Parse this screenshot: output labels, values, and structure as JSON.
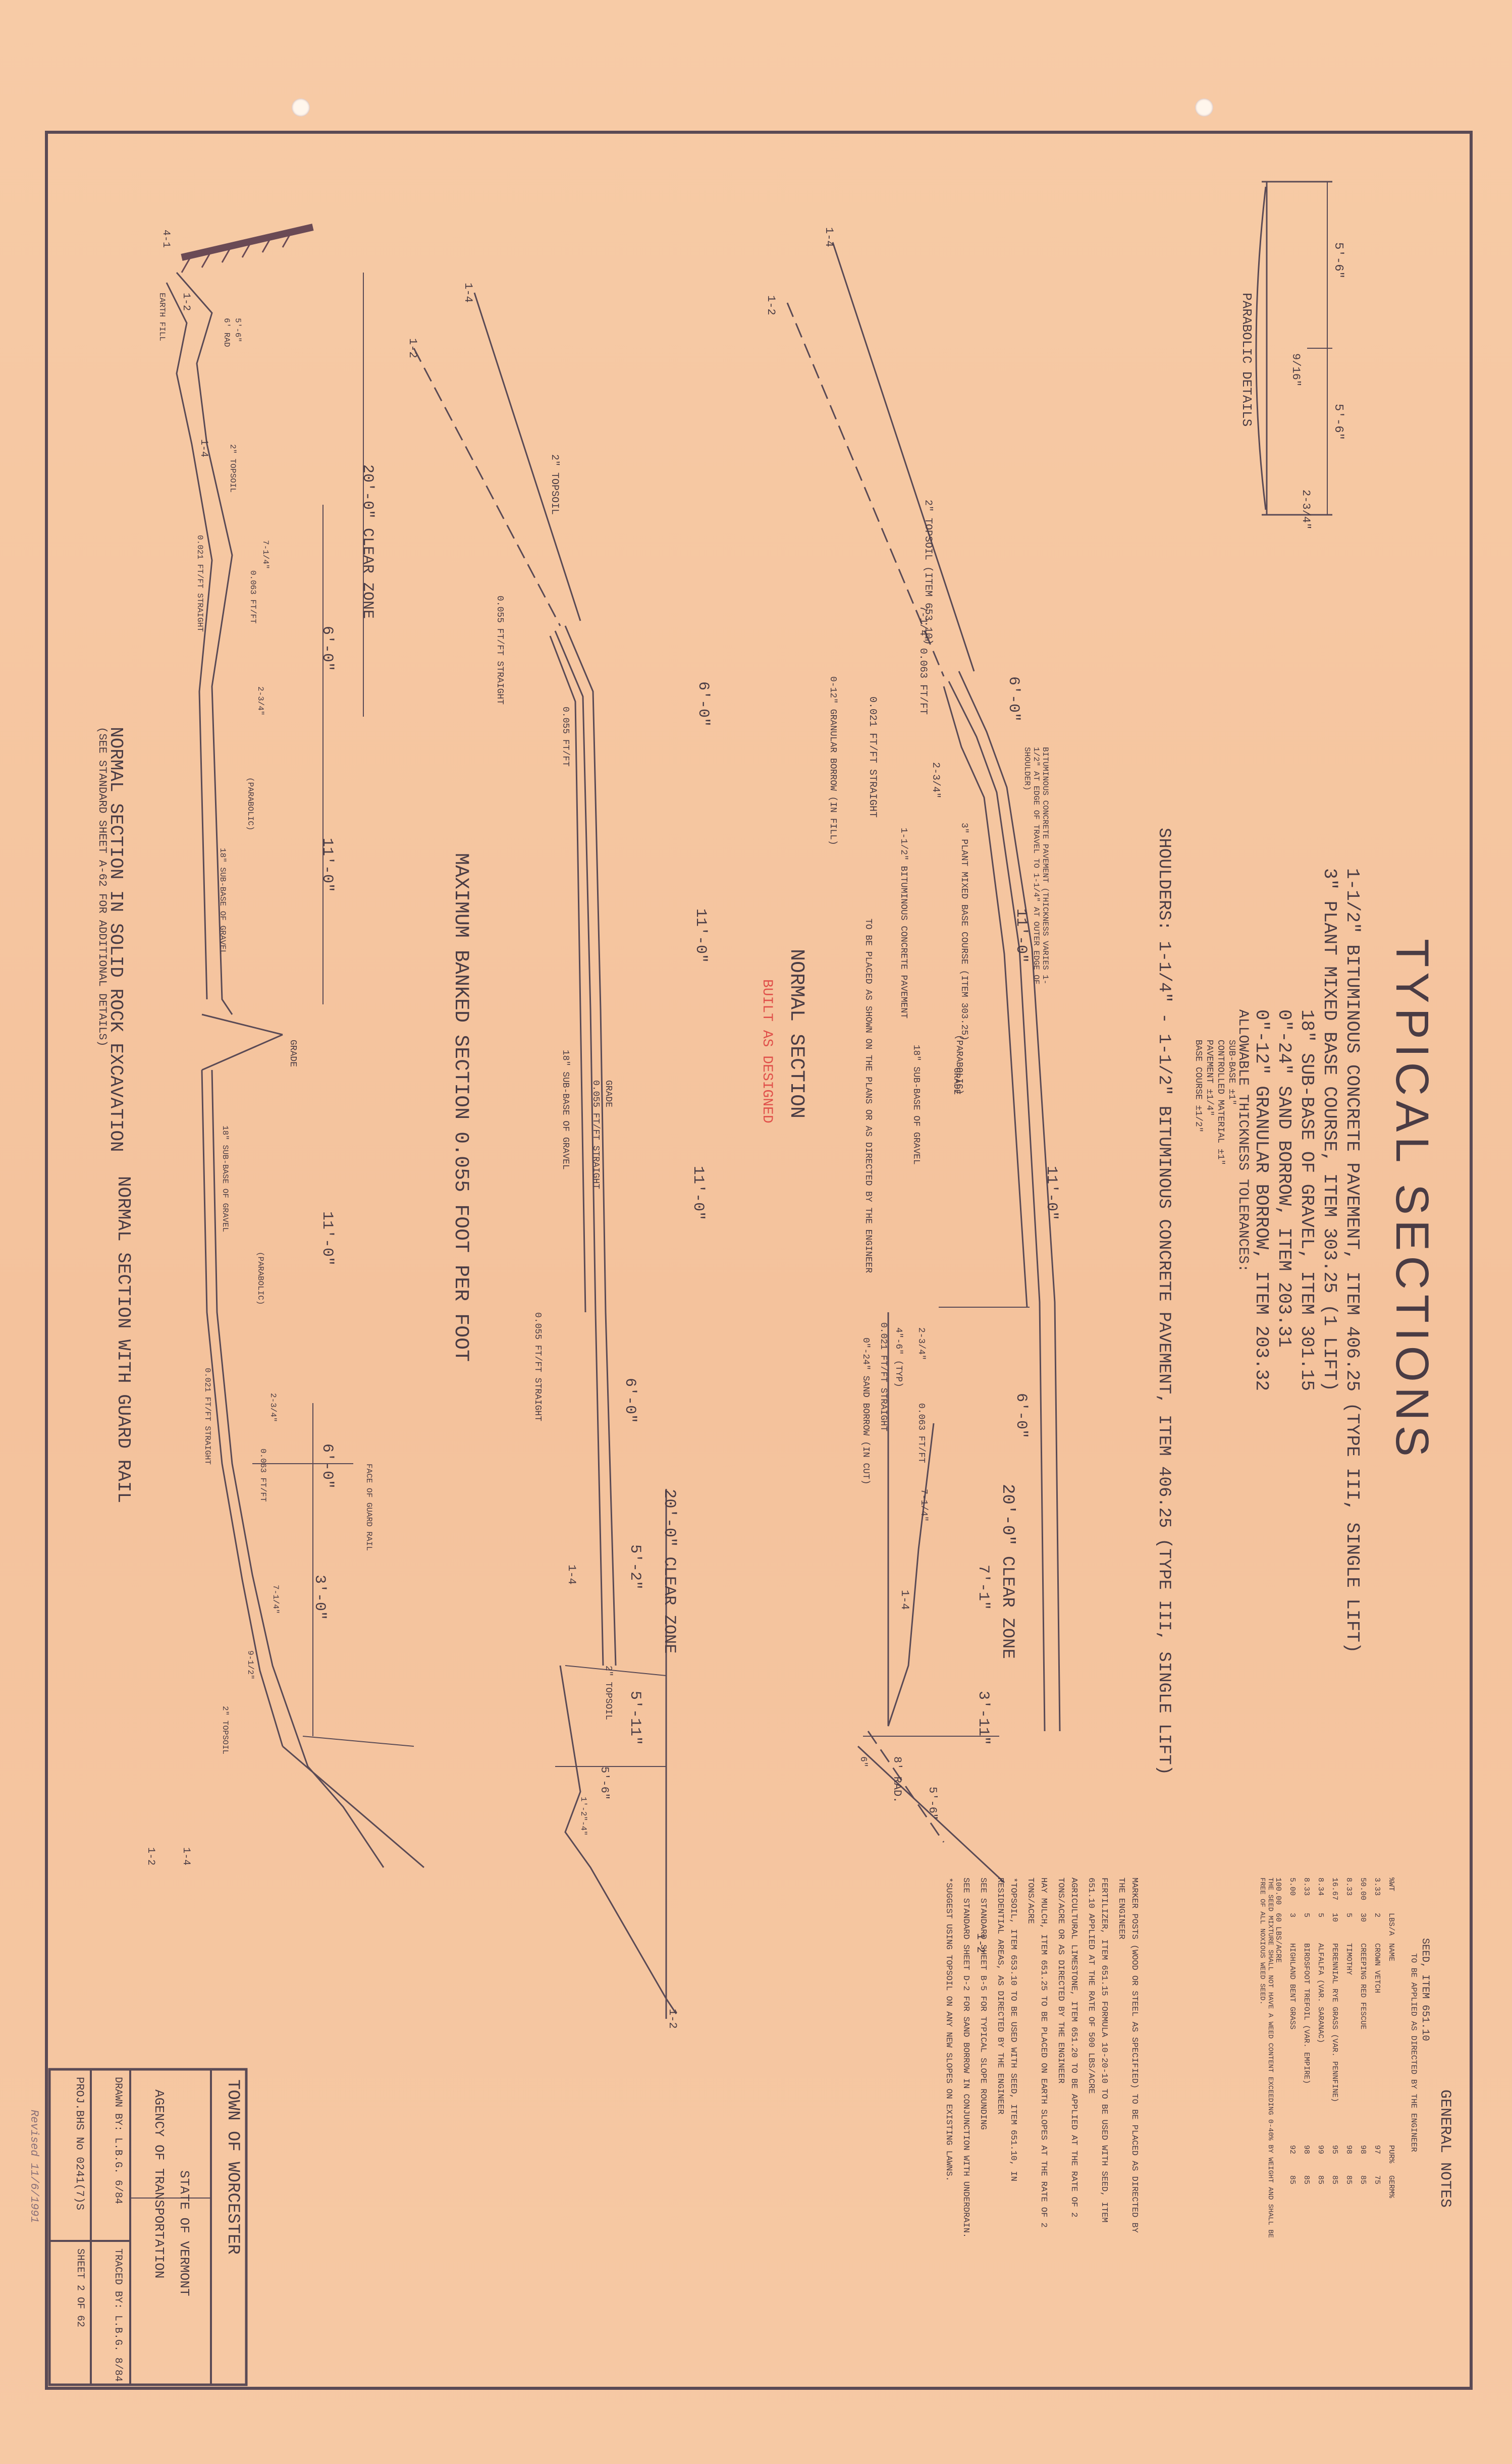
{
  "title": "TYPICAL SECTIONS",
  "pavement_lines": [
    "1-1/2\" BITUMINOUS CONCRETE PAVEMENT, ITEM 406.25 (TYPE III, SINGLE LIFT)",
    "3\" PLANT MIXED BASE COURSE, ITEM 303.25 (1 LIFT)",
    "18\" SUB-BASE OF GRAVEL, ITEM 301.15",
    "0\"-24\" SAND BORROW, ITEM 203.31",
    "0\"-12\" GRANULAR BORROW, ITEM 203.32"
  ],
  "tolerances": {
    "heading": "ALLOWABLE THICKNESS TOLERANCES:",
    "rows": [
      "SUB-BASE              ±1\"",
      "CONTROLLED MATERIAL   ±1\"",
      "PAVEMENT             ±1/4\"",
      "BASE COURSE          ±1/2\""
    ]
  },
  "shoulders": "SHOULDERS: 1-1/4\" - 1-1/2\" BITUMINOUS CONCRETE PAVEMENT, ITEM 406.25 (TYPE III, SINGLE LIFT)",
  "parabolic_details": {
    "label": "PARABOLIC DETAILS",
    "dims": [
      "5'-6\"",
      "5'-6\"",
      "9/16\"",
      "2-3/4\""
    ]
  },
  "sections": {
    "normal": {
      "title": "NORMAL SECTION",
      "built": "BUILT AS DESIGNED",
      "clear_zone": "20'-0\" CLEAR ZONE",
      "widths": [
        "6'-0\"",
        "11'-0\"",
        "11'-0\"",
        "6'-0\"",
        "7'-1\"",
        "3'-11\""
      ],
      "notes": [
        "2\" TOPSOIL (ITEM 653.10)",
        "7-1/4\" 0.063 FT/FT",
        "0.021 FT/FT STRAIGHT",
        "2-3/4\"",
        "3\" PLANT MIXED BASE COURSE (ITEM 303.25)",
        "1-1/2\" BITUMINOUS CONCRETE PAVEMENT",
        "BITUMINOUS CONCRETE PAVEMENT (THICKNESS VARIES 1-1/2\" AT EDGE OF TRAVEL TO 1-1/4\" AT OUTER EDGE OF SHOULDER)",
        "0-12\" GRANULAR BORROW (IN FILL)",
        "TO BE PLACED AS SHOWN ON THE PLANS OR AS DIRECTED BY THE ENGINEER",
        "18\" SUB-BASE OF GRAVEL",
        "(PARABOLIC)",
        "GRADE",
        "0.021 FT/FT STRAIGHT",
        "0\"-24\" SAND BORROW (IN CUT)",
        "4\"-6\" (TYP)",
        "2-3/4\"",
        "0.063 FT/FT",
        "7-1/4\"",
        "8' RAD.",
        "5'-6\"",
        "6\"",
        "1-4",
        "1-2",
        "1-4",
        "1-2"
      ]
    },
    "banked": {
      "title": "MAXIMUM BANKED SECTION 0.055 FOOT PER FOOT",
      "clear_zone": "20'-0\" CLEAR ZONE",
      "widths": [
        "6'-0\"",
        "11'-0\"",
        "11'-0\"",
        "6'-0\"",
        "5'-2\"",
        "5'-11\"",
        "5'-6\""
      ],
      "notes": [
        "2\" TOPSOIL",
        "0.055 FT/FT STRAIGHT",
        "0.055 FT/FT",
        "GRADE",
        "0.055 FT/FT STRAIGHT",
        "18\" SUB-BASE OF GRAVEL",
        "0.055 FT/FT STRAIGHT",
        "1-4",
        "1-2",
        "2\" TOPSOIL",
        "1-4",
        "1-2",
        "1'-2\"-4\""
      ]
    },
    "solid_rock": {
      "title": "NORMAL SECTION IN SOLID ROCK EXCAVATION",
      "subtitle": "(SEE STANDARD SHEET A-62 FOR ADDITIONAL DETAILS)",
      "clear_zone": "20'-0\" CLEAR ZONE",
      "widths": [
        "6'-0\"",
        "11'-0\""
      ],
      "notes": [
        "EARTH FILL",
        "5'-6\"",
        "6' RAD",
        "2\" TOPSOIL",
        "0.021 FT/FT STRAIGHT",
        "7-1/4\"",
        "0.063 FT/FT",
        "2-3/4\"",
        "(PARABOLIC)",
        "18\" SUB-BASE OF GRAVEL",
        "GRADE",
        "1-4",
        "1-2",
        "4-1"
      ]
    },
    "guard_rail": {
      "title": "NORMAL SECTION WITH GUARD RAIL",
      "widths": [
        "11'-0\"",
        "6'-0\"",
        "3'-0\""
      ],
      "notes": [
        "18\" SUB-BASE OF GRAVEL",
        "(PARABOLIC)",
        "0.021 FT/FT STRAIGHT",
        "2-3/4\"",
        "0.063 FT/FT",
        "FACE OF GUARD RAIL",
        "7-1/4\"",
        "9-1/2\"",
        "2\" TOPSOIL",
        "1-4",
        "1-2"
      ]
    }
  },
  "general_notes": {
    "heading": "GENERAL NOTES",
    "seed": [
      "SEED, ITEM 651.10",
      "TO BE APPLIED AS DIRECTED BY THE ENGINEER"
    ],
    "seed_table": {
      "headers": [
        "%WT",
        "LBS/A",
        "NAME",
        "PUR%",
        "GERM%"
      ],
      "rows": [
        [
          "3.33",
          "2",
          "CROWN VETCH",
          "97",
          "75"
        ],
        [
          "50.00",
          "30",
          "CREEPING RED FESCUE",
          "98",
          "85"
        ],
        [
          "8.33",
          "5",
          "TIMOTHY",
          "98",
          "85"
        ],
        [
          "16.67",
          "10",
          "PERENNIAL RYE GRASS (VAR. PENNFINE)",
          "95",
          "85"
        ],
        [
          "8.34",
          "5",
          "ALFALFA (VAR. SARANAC)",
          "99",
          "85"
        ],
        [
          "8.33",
          "5",
          "BIRDSFOOT TREFOIL (VAR. EMPIRE)",
          "98",
          "85"
        ],
        [
          "5.00",
          "3",
          "HIGHLAND BENT GRASS",
          "92",
          "85"
        ]
      ],
      "total": [
        "100.00",
        "60 LBS/ACRE"
      ]
    },
    "seed_note": "THE SEED MIXTURE SHALL NOT HAVE A WEED CONTENT EXCEEDING 0-40% BY WEIGHT AND SHALL BE FREE OF ALL NOXIOUS WEED SEED.",
    "paragraphs": [
      "MARKER POSTS (WOOD OR STEEL AS SPECIFIED) TO BE PLACED AS DIRECTED BY THE ENGINEER",
      "FERTILIZER, ITEM 651.15 FORMULA 10-20-10 TO BE USED WITH SEED, ITEM 651.10 APPLIED AT THE RATE OF 500 LBS/ACRE",
      "AGRICULTURAL LIMESTONE, ITEM 651.20 TO BE APPLIED AT THE RATE OF 2 TONS/ACRE OR AS DIRECTED BY THE ENGINEER",
      "HAY MULCH, ITEM 651.25 TO BE PLACED ON EARTH SLOPES AT THE RATE OF 2 TONS/ACRE",
      "*TOPSOIL, ITEM 653.10 TO BE USED WITH SEED, ITEM 651.10, IN RESIDENTIAL AREAS, AS DIRECTED BY THE ENGINEER",
      "SEE STANDARD SHEET B-5 FOR TYPICAL SLOPE ROUNDING",
      "SEE STANDARD SHEET D-2 FOR SAND BORROW IN CONJUNCTION WITH UNDERDRAIN.",
      "*SUGGEST USING TOPSOIL ON ANY NEW SLOPES ON EXISTING LAWNS."
    ]
  },
  "title_block": {
    "town": "TOWN OF WORCESTER",
    "state": "STATE OF VERMONT",
    "agency": "AGENCY OF TRANSPORTATION",
    "drawn": "DRAWN BY: L.B.G. 6/84",
    "traced": "TRACED BY: L.B.G. 8/84",
    "project": "PROJ.BHS No 0241(7)S",
    "sheet": "SHEET 2 OF 62",
    "revised": "Revised 11/6/1991"
  }
}
